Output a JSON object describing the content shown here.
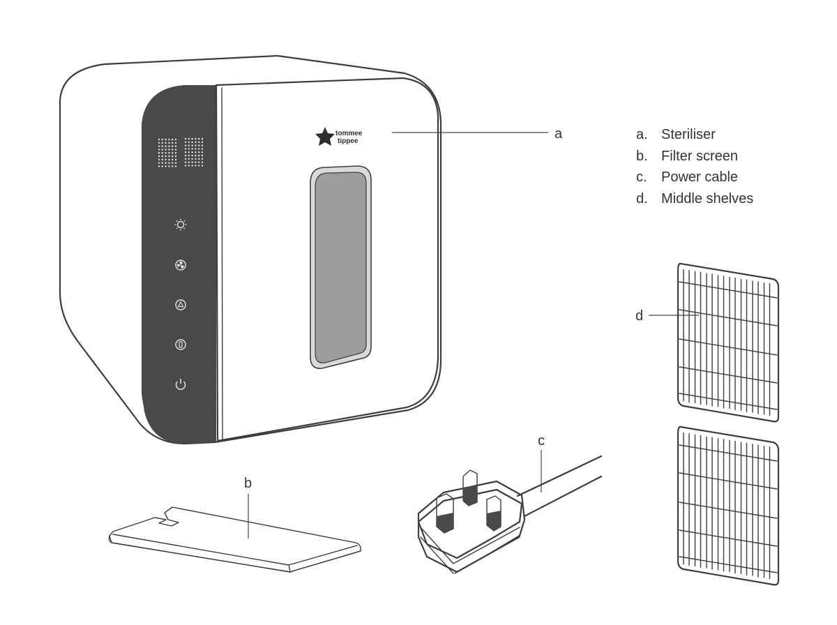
{
  "legend": [
    {
      "letter": "a.",
      "text": "Steriliser"
    },
    {
      "letter": "b.",
      "text": "Filter screen"
    },
    {
      "letter": "c.",
      "text": "Power cable"
    },
    {
      "letter": "d.",
      "text": "Middle shelves"
    }
  ],
  "callouts": {
    "a": "a",
    "b": "b",
    "c": "c",
    "d": "d"
  },
  "logo": {
    "line1": "tommee",
    "line2": "tippee"
  },
  "control_icons": [
    "sun-icon",
    "fan-icon",
    "recycle-icon",
    "bottle-icon",
    "power-icon"
  ],
  "colors": {
    "line": "#3c3c3c",
    "panel": "#4a4949",
    "window": "#9d9d9d",
    "window_frame": "#cfcfcf"
  }
}
